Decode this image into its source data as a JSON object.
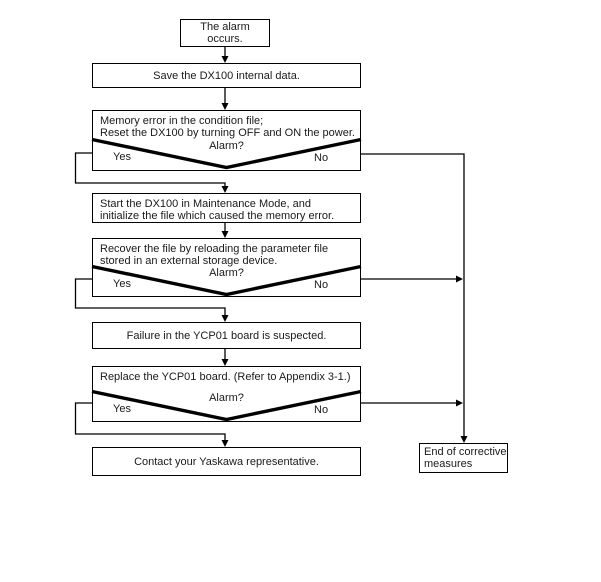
{
  "page": {
    "background": "#ffffff",
    "line_color": "#000000",
    "text_color": "#1a1a1a"
  },
  "flowchart": {
    "start": "The alarm occurs.",
    "save_data": "Save the DX100 internal data.",
    "memory_error": {
      "line1": "Memory error in the condition file;",
      "line2": "Reset the DX100 by turning OFF and ON the power."
    },
    "decisions": [
      {
        "question": "Alarm?",
        "yes": "Yes",
        "no": "No"
      },
      {
        "question": "Alarm?",
        "yes": "Yes",
        "no": "No"
      },
      {
        "question": "Alarm?",
        "yes": "Yes",
        "no": "No"
      }
    ],
    "start_maintenance": {
      "line1": "Start the DX100 in Maintenance Mode, and",
      "line2": "initialize the file which caused the memory error."
    },
    "recover_file": {
      "line1": "Recover the file by reloading the parameter file",
      "line2": "stored in an external storage device."
    },
    "failure_suspected": "Failure in the YCP01 board is suspected.",
    "replace_board": "Replace the YCP01 board.  (Refer to Appendix 3-1.)",
    "contact": "Contact your Yaskawa representative.",
    "end_of_measures": {
      "line1": "End of corrective",
      "line2": "measures"
    }
  }
}
